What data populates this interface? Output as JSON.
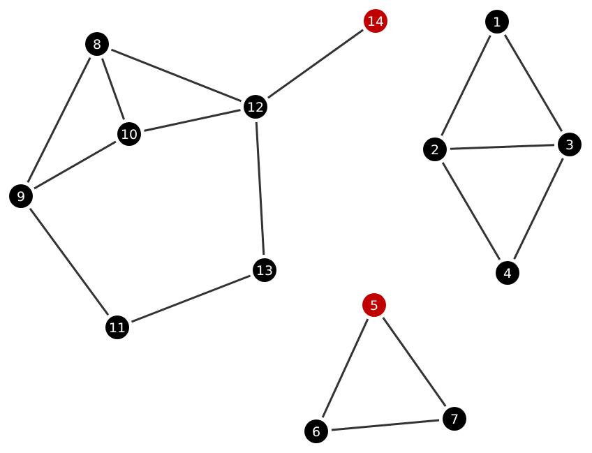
{
  "graph": {
    "colors": {
      "default": "#000000",
      "highlight": "#c00000",
      "edge": "#333333"
    },
    "nodes": [
      {
        "id": "1",
        "label": "1",
        "color": "#000000"
      },
      {
        "id": "2",
        "label": "2",
        "color": "#000000"
      },
      {
        "id": "3",
        "label": "3",
        "color": "#000000"
      },
      {
        "id": "4",
        "label": "4",
        "color": "#000000"
      },
      {
        "id": "5",
        "label": "5",
        "color": "#c00000"
      },
      {
        "id": "6",
        "label": "6",
        "color": "#000000"
      },
      {
        "id": "7",
        "label": "7",
        "color": "#000000"
      },
      {
        "id": "8",
        "label": "8",
        "color": "#000000"
      },
      {
        "id": "9",
        "label": "9",
        "color": "#000000"
      },
      {
        "id": "10",
        "label": "10",
        "color": "#000000"
      },
      {
        "id": "11",
        "label": "11",
        "color": "#000000"
      },
      {
        "id": "12",
        "label": "12",
        "color": "#000000"
      },
      {
        "id": "13",
        "label": "13",
        "color": "#000000"
      },
      {
        "id": "14",
        "label": "14",
        "color": "#c00000"
      }
    ],
    "edges": [
      [
        "1",
        "2"
      ],
      [
        "1",
        "3"
      ],
      [
        "2",
        "3"
      ],
      [
        "2",
        "4"
      ],
      [
        "3",
        "4"
      ],
      [
        "5",
        "6"
      ],
      [
        "5",
        "7"
      ],
      [
        "6",
        "7"
      ],
      [
        "8",
        "10"
      ],
      [
        "8",
        "12"
      ],
      [
        "8",
        "9"
      ],
      [
        "9",
        "10"
      ],
      [
        "10",
        "12"
      ],
      [
        "9",
        "11"
      ],
      [
        "11",
        "13"
      ],
      [
        "12",
        "13"
      ],
      [
        "12",
        "14"
      ]
    ]
  }
}
